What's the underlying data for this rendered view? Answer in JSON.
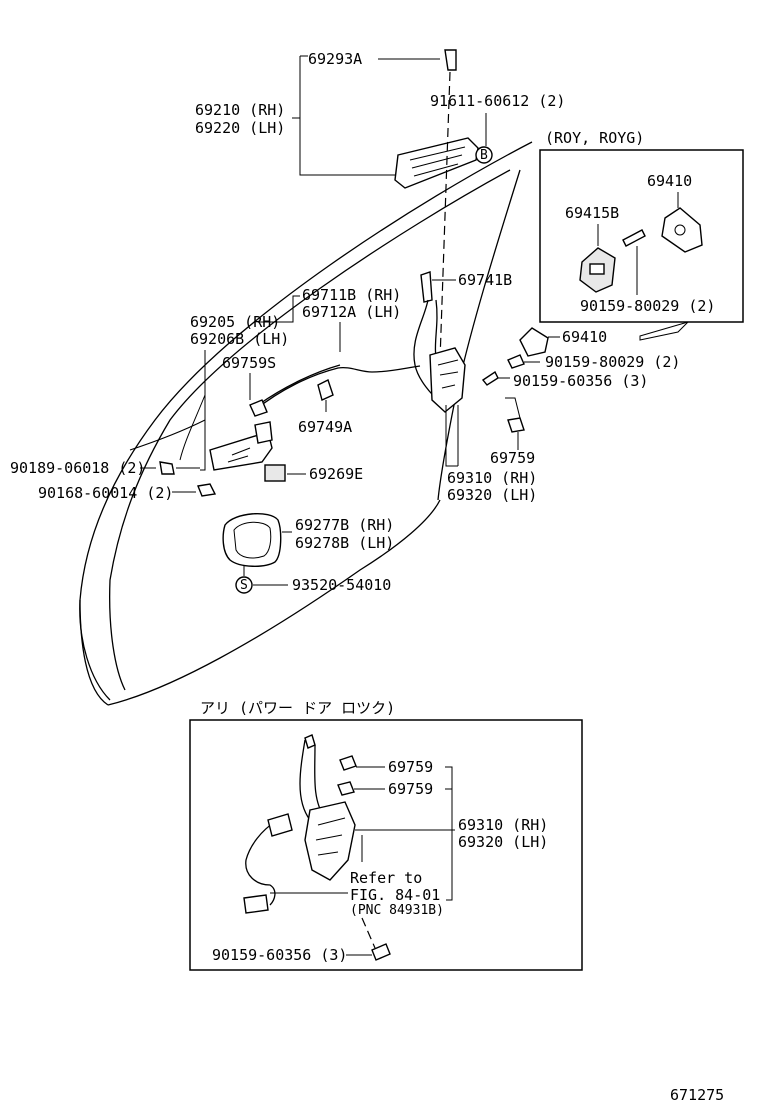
{
  "diagram": {
    "labels": {
      "p69293A": "69293A",
      "p69210": "69210 (RH)",
      "p69220": "69220 (LH)",
      "p91611": "91611-60612 (2)",
      "roy": "(ROY, ROYG)",
      "p69410a": "69410",
      "p69415B": "69415B",
      "p90159a": "90159-80029 (2)",
      "p69741B": "69741B",
      "p69711B": "69711B (RH)",
      "p69712A": "69712A (LH)",
      "p69205": "69205  (RH)",
      "p69206B": "69206B (LH)",
      "p69759S": "69759S",
      "p69410b": "69410",
      "p90159b": "90159-80029 (2)",
      "p90159c": "90159-60356 (3)",
      "p69749A": "69749A",
      "p69759a": "69759",
      "p69310a": "69310 (RH)",
      "p69320a": "69320 (LH)",
      "p90189": "90189-06018 (2)",
      "p69269E": "69269E",
      "p90168": "90168-60014 (2)",
      "p69277B": "69277B (RH)",
      "p69278B": "69278B (LH)",
      "p93520": "93520-54010",
      "sectionTitle": "アリ (パワー  ドア  ロツク)",
      "p69759b": "69759",
      "p69759c": "69759",
      "p69310b": "69310 (RH)",
      "p69320b": "69320 (LH)",
      "refer1": "Refer to",
      "refer2": "FIG. 84-01",
      "refer3": "(PNC 84931B)",
      "p90159d": "90159-60356 (3)",
      "figno": "671275",
      "markB": "B",
      "markS": "S"
    }
  }
}
